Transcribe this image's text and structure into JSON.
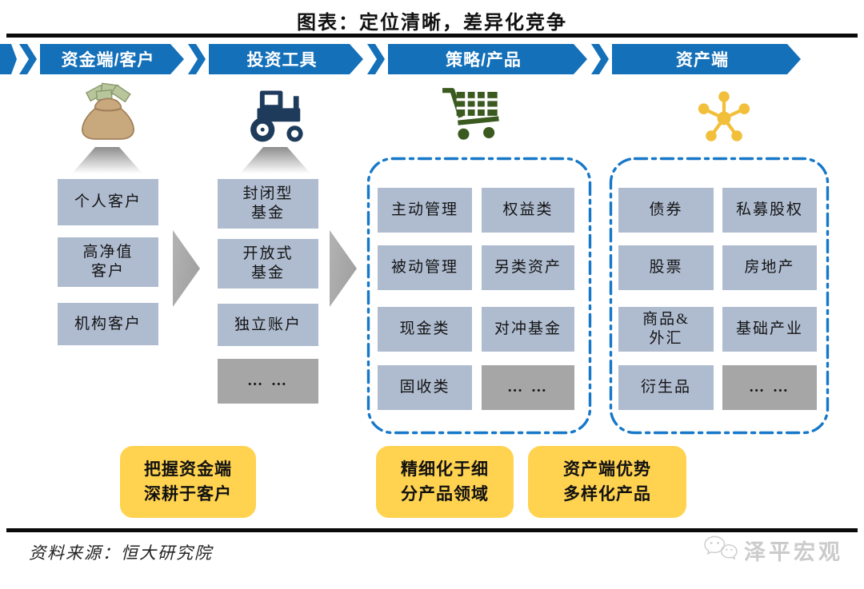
{
  "title": "图表：定位清晰，差异化竞争",
  "stages": [
    {
      "label": "资金端/客户"
    },
    {
      "label": "投资工具"
    },
    {
      "label": "策略/产品"
    },
    {
      "label": "资产端"
    }
  ],
  "icons": {
    "funding": "money-bag-icon",
    "tools": "tractor-icon",
    "strategy": "shopping-cart-icon",
    "assets": "network-icon"
  },
  "funding": {
    "items": [
      "个人客户",
      "高净值\n客户",
      "机构客户"
    ]
  },
  "tools": {
    "items": [
      "封闭型\n基金",
      "开放式\n基金",
      "独立账户",
      "… …"
    ]
  },
  "strategy": {
    "left": [
      "主动管理",
      "被动管理",
      "现金类",
      "固收类"
    ],
    "right": [
      "权益类",
      "另类资产",
      "对冲基金",
      "… …"
    ]
  },
  "assets": {
    "left": [
      "债券",
      "股票",
      "商品&\n外汇",
      "衍生品"
    ],
    "right": [
      "私募股权",
      "房地产",
      "基础产业",
      "… …"
    ]
  },
  "notes": [
    "把握资金端\n深耕于客户",
    "精细化于细\n分产品领域",
    "资产端优势\n多样化产品"
  ],
  "source": "资料来源：恒大研究院",
  "watermark": "泽平宏观",
  "colors": {
    "stage_blue": "#1470B9",
    "box_blue_gray": "#AFBCD0",
    "box_gray": "#A6A6A6",
    "note_yellow": "#FFD24F",
    "dashed_border_blue": "#1778C8",
    "tractor_navy": "#1F3B5C",
    "cart_green": "#3A5A1F",
    "network_yellow": "#F2BF3A"
  }
}
